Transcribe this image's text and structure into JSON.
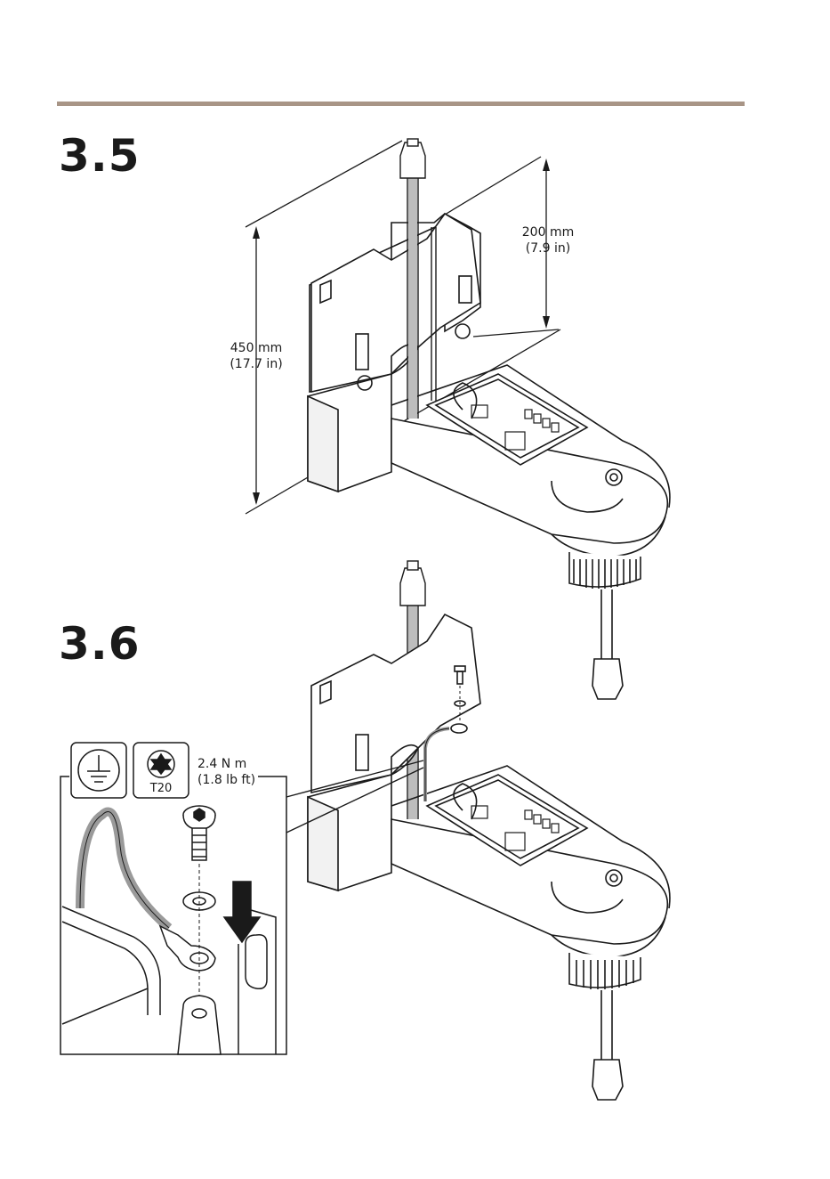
{
  "steps": [
    {
      "number": "3.5",
      "dimensions": [
        {
          "value": "200 mm",
          "imperial": "(7.9 in)"
        },
        {
          "value": "450 mm",
          "imperial": "(17.7 in)"
        }
      ]
    },
    {
      "number": "3.6",
      "torque": {
        "value": "2.4 N m",
        "imperial": "(1.8 lb ft)"
      },
      "tool": "T20",
      "icons": [
        "ground-symbol-icon",
        "torx-bit-icon"
      ]
    }
  ]
}
